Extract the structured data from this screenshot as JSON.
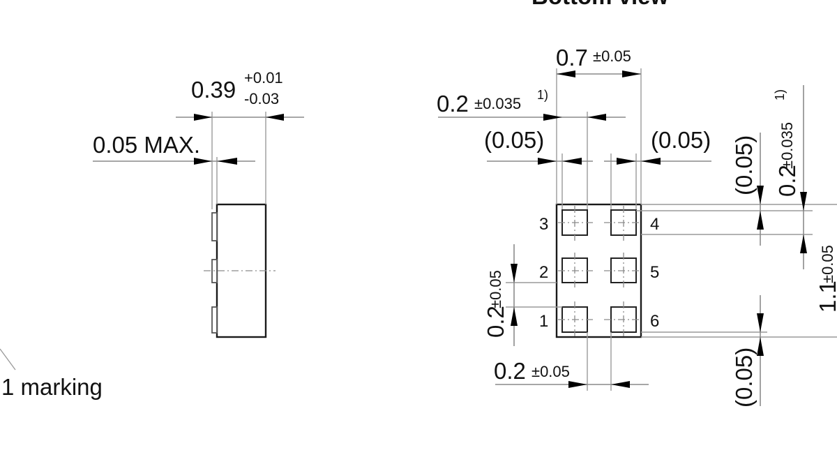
{
  "drawing": {
    "title_partial": "Bottom view",
    "side_view": {
      "width_dim": {
        "nominal": "0.39",
        "tol_upper": "+0.01",
        "tol_lower": "-0.03"
      },
      "standoff_dim": {
        "label": "0.05 MAX."
      },
      "marking_label": "1 marking"
    },
    "bottom_view": {
      "body_width": {
        "nominal": "0.7",
        "tol": "±0.05"
      },
      "pad_width": {
        "nominal": "0.2",
        "tol": "±0.035",
        "note": "1)"
      },
      "edge_left": "(0.05)",
      "edge_right": "(0.05)",
      "pad_pitch_vertical": {
        "nominal": "0.2",
        "tol": "±0.05"
      },
      "pad_pitch_horizontal": {
        "nominal": "0.2",
        "tol": "±0.05"
      },
      "edge_top": "(0.05)",
      "pad_height": {
        "nominal": "0.2",
        "tol": "±0.035",
        "note": "1)"
      },
      "body_height": {
        "nominal": "1.1",
        "tol": "±0.05"
      },
      "edge_bottom": "(0.05)",
      "pins": [
        {
          "number": "1",
          "side": "left",
          "row": 3
        },
        {
          "number": "2",
          "side": "left",
          "row": 2
        },
        {
          "number": "3",
          "side": "left",
          "row": 1
        },
        {
          "number": "4",
          "side": "right",
          "row": 1
        },
        {
          "number": "5",
          "side": "right",
          "row": 2
        },
        {
          "number": "6",
          "side": "right",
          "row": 3
        }
      ]
    }
  }
}
